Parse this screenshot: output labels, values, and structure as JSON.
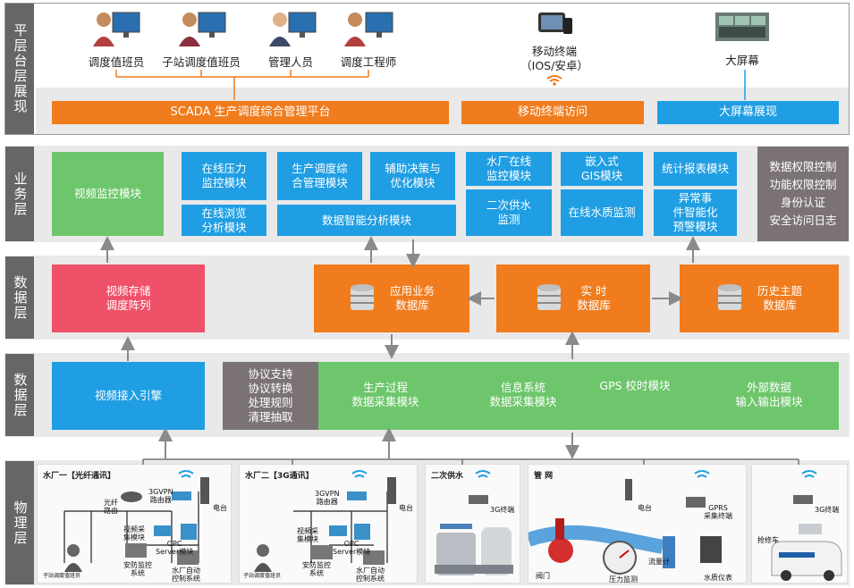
{
  "layers": {
    "platform": "平层台层展现",
    "business": "业务层",
    "data_upper": "数据层",
    "data_lower": "数据层",
    "physical": "物理层"
  },
  "platform": {
    "users": [
      "调度值班员",
      "子站调度值班员",
      "管理人员",
      "调度工程师"
    ],
    "mobile_label": "移动终端\n（IOS/安卓）",
    "screen_label": "大屏幕",
    "bar_scada": "SCADA 生产调度综合管理平台",
    "bar_mobile": "移动终端访问",
    "bar_screen": "大屏幕展现"
  },
  "business": {
    "video_monitor": "视频监控模块",
    "pressure": "在线压力\n监控模块",
    "browse": "在线浏览\n分析模块",
    "production": "生产调度综\n合管理模块",
    "decision": "辅助决策与\n优化模块",
    "intelligence": "数据智能分析模块",
    "waterplant": "水厂在线\n监控模块",
    "secondary": "二次供水\n监测",
    "gis": "嵌入式\nGIS模块",
    "quality": "在线水质监测",
    "report": "统计报表模块",
    "alarm": "异常事\n件智能化\n预警模块",
    "security": "数据权限控制\n功能权限控制\n身份认证\n安全访问日志"
  },
  "data_upper": {
    "video_storage": "视频存储\n调度阵列",
    "app_db": "应用业务\n数据库",
    "realtime_db": "实  时\n数据库",
    "history_db": "历史主题\n数据库"
  },
  "data_lower": {
    "video_access": "视频接入引擎",
    "protocol": "协议支持\n协议转换\n处理规则\n清理抽取",
    "process": "生产过程\n数据采集模块",
    "info": "信息系统\n数据采集模块",
    "gps": "GPS 校时模块",
    "external": "外部数据\n输入输出模块"
  },
  "physical": {
    "plant1_title": "水厂一【光纤通讯】",
    "plant2_title": "水厂二【3G通讯】",
    "secondary_title": "二次供水",
    "pipe_title": "管  网",
    "p1_router": "光纤\n路由",
    "p1_3g": "3GVPN\n路由器",
    "p1_video": "视频采\n集模块",
    "p1_opc": "OPC\nServer模块",
    "p1_radio": "电台",
    "p1_station": "子站调度值班员",
    "p1_security": "安防监控\n系统",
    "p1_auto": "水厂自动\n控制系统",
    "p2_3g": "3GVPN\n路由器",
    "p2_video": "视频采\n集模块",
    "p2_opc": "OPC\nServer模块",
    "p2_radio": "电台",
    "p2_station": "子站调度值班员",
    "p2_security": "安防监控\n系统",
    "p2_auto": "水厂自动\n控制系统",
    "sec_3g": "3G终端",
    "pipe_radio": "电台",
    "pipe_gprs": "GPRS\n采集终端",
    "pipe_valve": "阀门",
    "pipe_pressure": "压力监测",
    "pipe_flow": "流量计",
    "pipe_quality": "水质仪表",
    "car_3g": "3G终端",
    "car_label": "抢修车"
  },
  "colors": {
    "blue": "#1f9ee3",
    "orange": "#f07c1d",
    "green": "#6dc66b",
    "pink": "#ef5168",
    "gray": "#7b7373",
    "layer_label": "#666666",
    "band": "#e9e9e9"
  }
}
